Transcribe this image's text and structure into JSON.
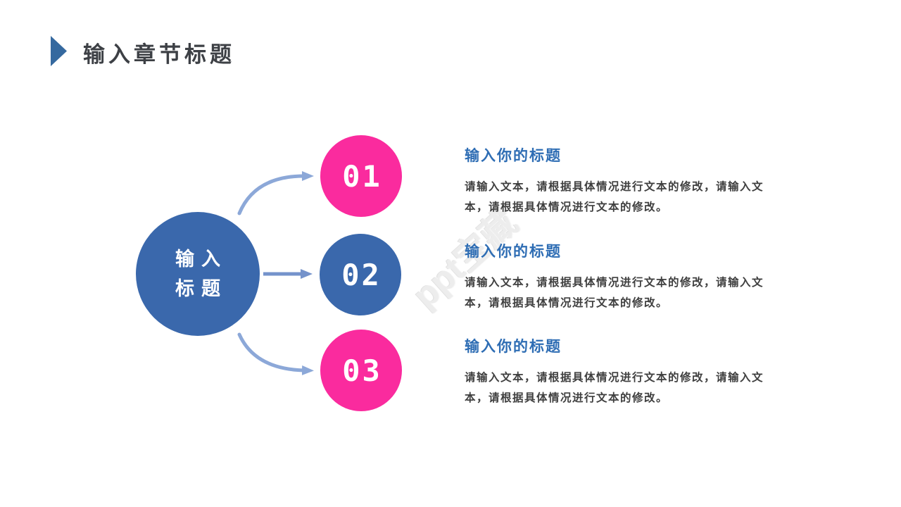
{
  "header": {
    "title": "输入章节标题"
  },
  "center_circle": {
    "line1": "输入",
    "line2": "标题"
  },
  "items": [
    {
      "number": "01",
      "circle_color": "#fa2b9e",
      "title": "输入你的标题",
      "body": "请输入文本，请根据具体情况进行文本的修改，请输入文本，请根据具体情况进行文本的修改。"
    },
    {
      "number": "02",
      "circle_color": "#3a68ac",
      "title": "输入你的标题",
      "body": "请输入文本，请根据具体情况进行文本的修改，请输入文本，请根据具体情况进行文本的修改。"
    },
    {
      "number": "03",
      "circle_color": "#fa2b9e",
      "title": "输入你的标题",
      "body": "请输入文本，请根据具体情况进行文本的修改，请输入文本，请根据具体情况进行文本的修改。"
    }
  ],
  "watermark": "ppt宝藏",
  "colors": {
    "accent_blue": "#3a68ac",
    "accent_pink": "#fa2b9e",
    "block_title_blue": "#2e6db4",
    "header_text": "#3d4045",
    "body_text": "#3f3f3f",
    "arrow_curved": "#8ca8d8",
    "arrow_straight": "#7593cb",
    "watermark_gray": "#ededed"
  }
}
